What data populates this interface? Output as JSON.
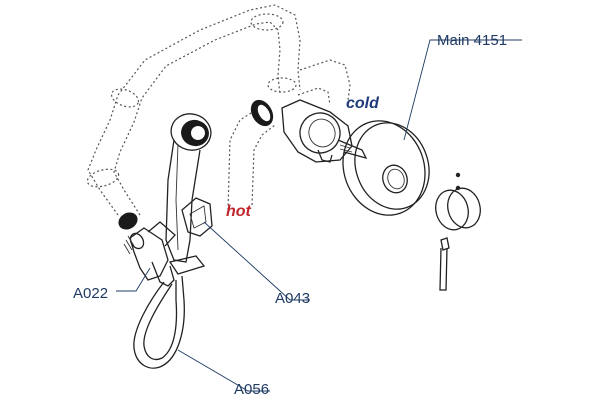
{
  "labels": {
    "main": "Main 4151",
    "cold": "cold",
    "hot": "hot",
    "a022": "A022",
    "a043": "A043",
    "a056": "A056"
  },
  "colors": {
    "label": "#1f3a63",
    "cold": "#1f3a7a",
    "hot": "#c0262d"
  }
}
